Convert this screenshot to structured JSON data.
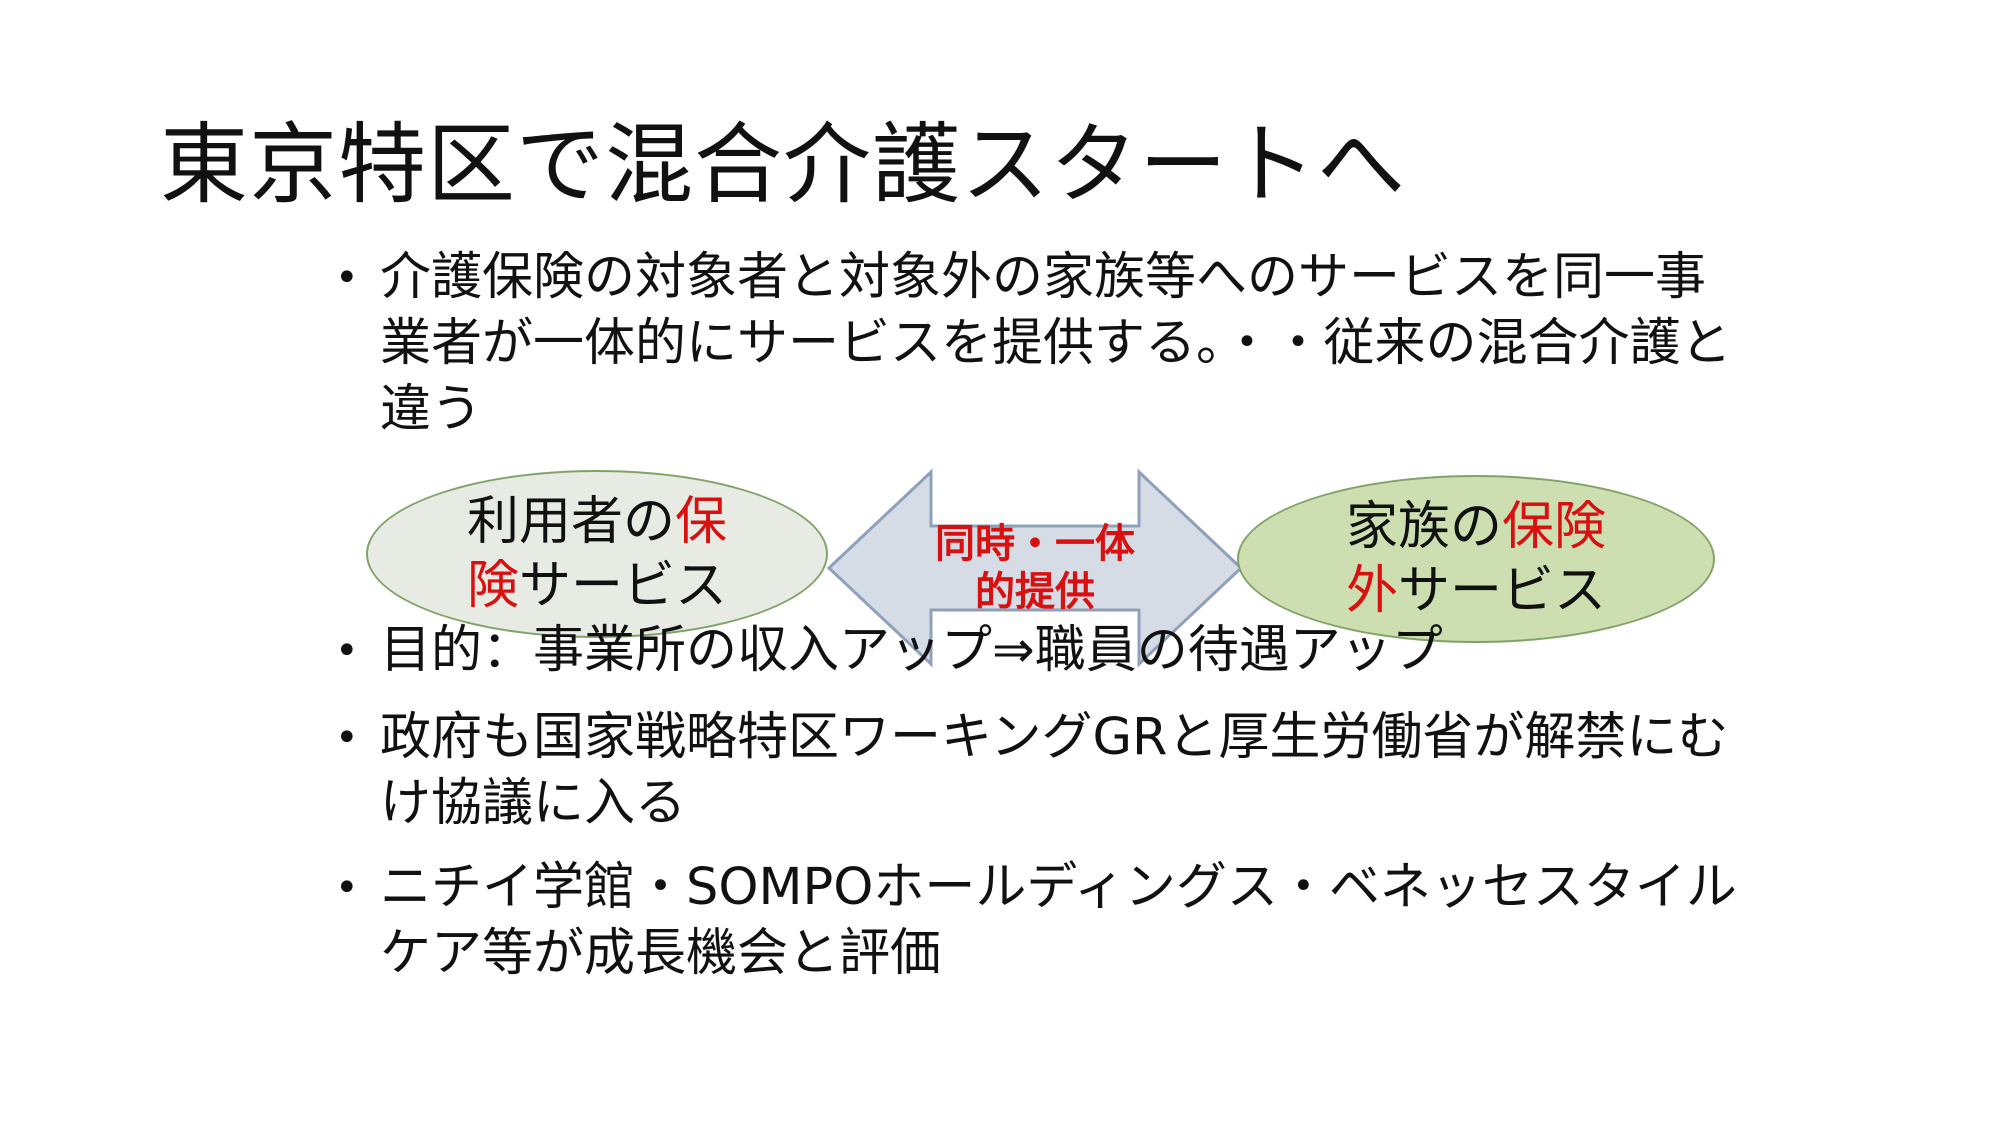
{
  "slide": {
    "title": "東京特区で混合介護スタートへ",
    "bullet_marker": "•",
    "bullets": [
      "介護保険の対象者と対象外の家族等へのサービスを同一事業者が一体的にサービスを提供する。・・従来の混合介護と違う",
      "目的：事業所の収入アップ⇒職員の待遇アップ",
      "政府も国家戦略特区ワーキングGRと厚生労働省が解禁にむけ協議に入る",
      "ニチイ学館・SOMPOホールディングス・ベネッセスタイルケア等が成長機会と評価"
    ]
  },
  "diagram": {
    "left_oval": {
      "line1_plain": "利用者の",
      "line1_red": "保",
      "line2_red": "険",
      "line2_plain": "サービス"
    },
    "arrow_line1": "同時・一体",
    "arrow_line2": "的提供",
    "right_oval": {
      "line1_plain": "家族の",
      "line1_red": "保険",
      "line2_red": "外",
      "line2_plain": "サービス"
    },
    "colors": {
      "left_fill": "#e8ebe3",
      "right_fill": "#cddfb1",
      "oval_border": "#82a367",
      "arrow_fill": "#d6dce6",
      "arrow_border": "#8fa0bb",
      "highlight_red": "#d91010"
    }
  }
}
